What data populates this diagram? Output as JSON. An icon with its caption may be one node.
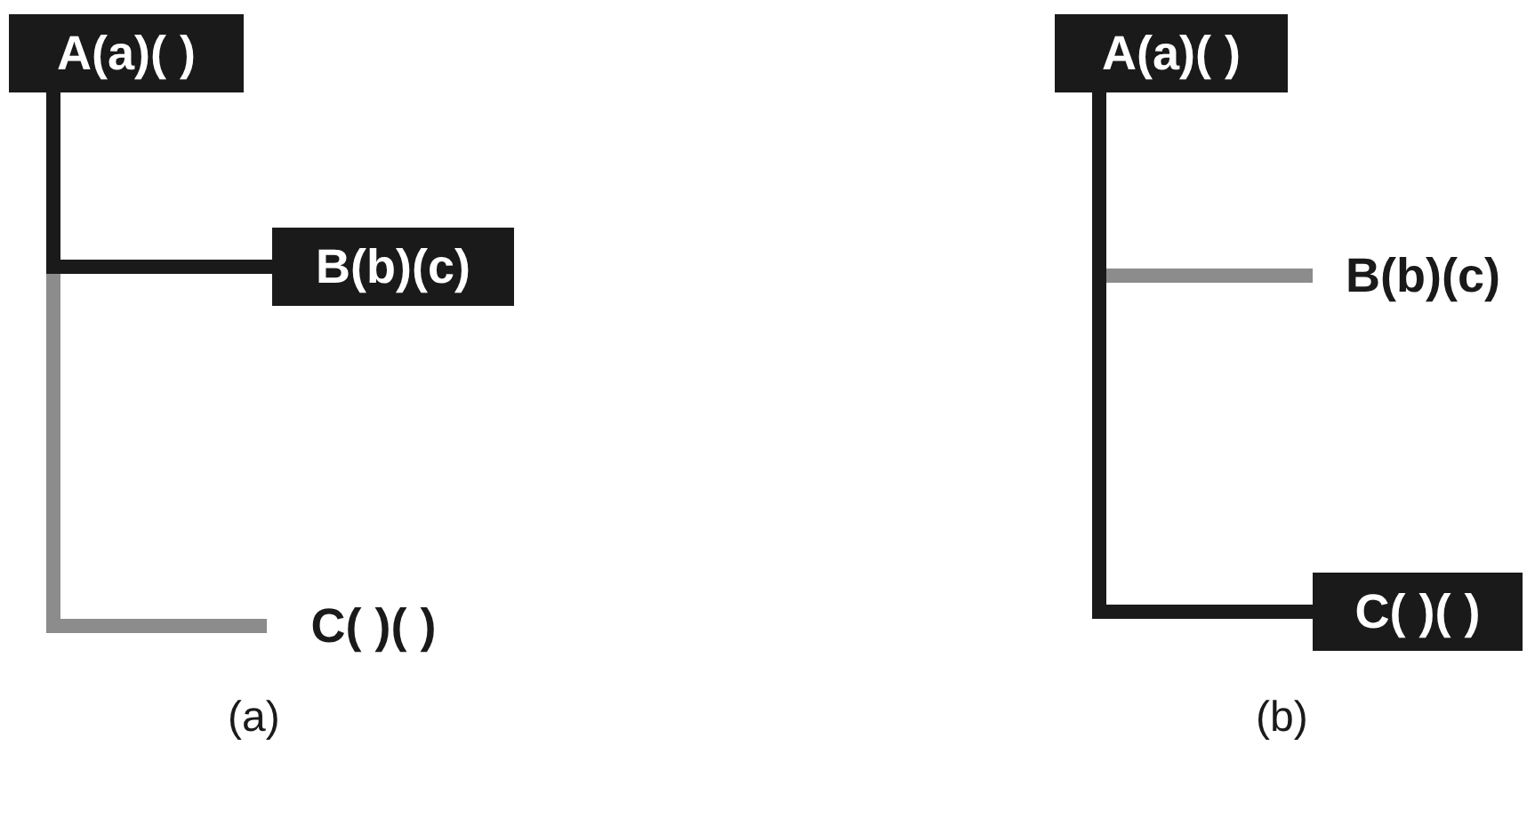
{
  "diagram": {
    "nodes": [
      {
        "text": [
          "A(a)( )"
        ]
      },
      {
        "text": [
          "B(b)(c)"
        ]
      },
      {
        "text": [
          "C( )( )"
        ]
      },
      {
        "text": [
          "A(a)( )"
        ]
      },
      {
        "text": [
          "B(b)(c)"
        ]
      },
      {
        "text": [
          "C( )( )"
        ]
      }
    ],
    "edges": [
      {
        "from": 0,
        "to": 1,
        "arrow": "none"
      },
      {
        "from": 0,
        "to": 2,
        "arrow": "none",
        "color": "#8c8c8c"
      },
      {
        "from": 3,
        "to": 4,
        "arrow": "none",
        "color": "#8c8c8c"
      },
      {
        "from": 3,
        "to": 5,
        "arrow": "none"
      }
    ],
    "labels": [
      "(a)",
      "(b)"
    ]
  }
}
